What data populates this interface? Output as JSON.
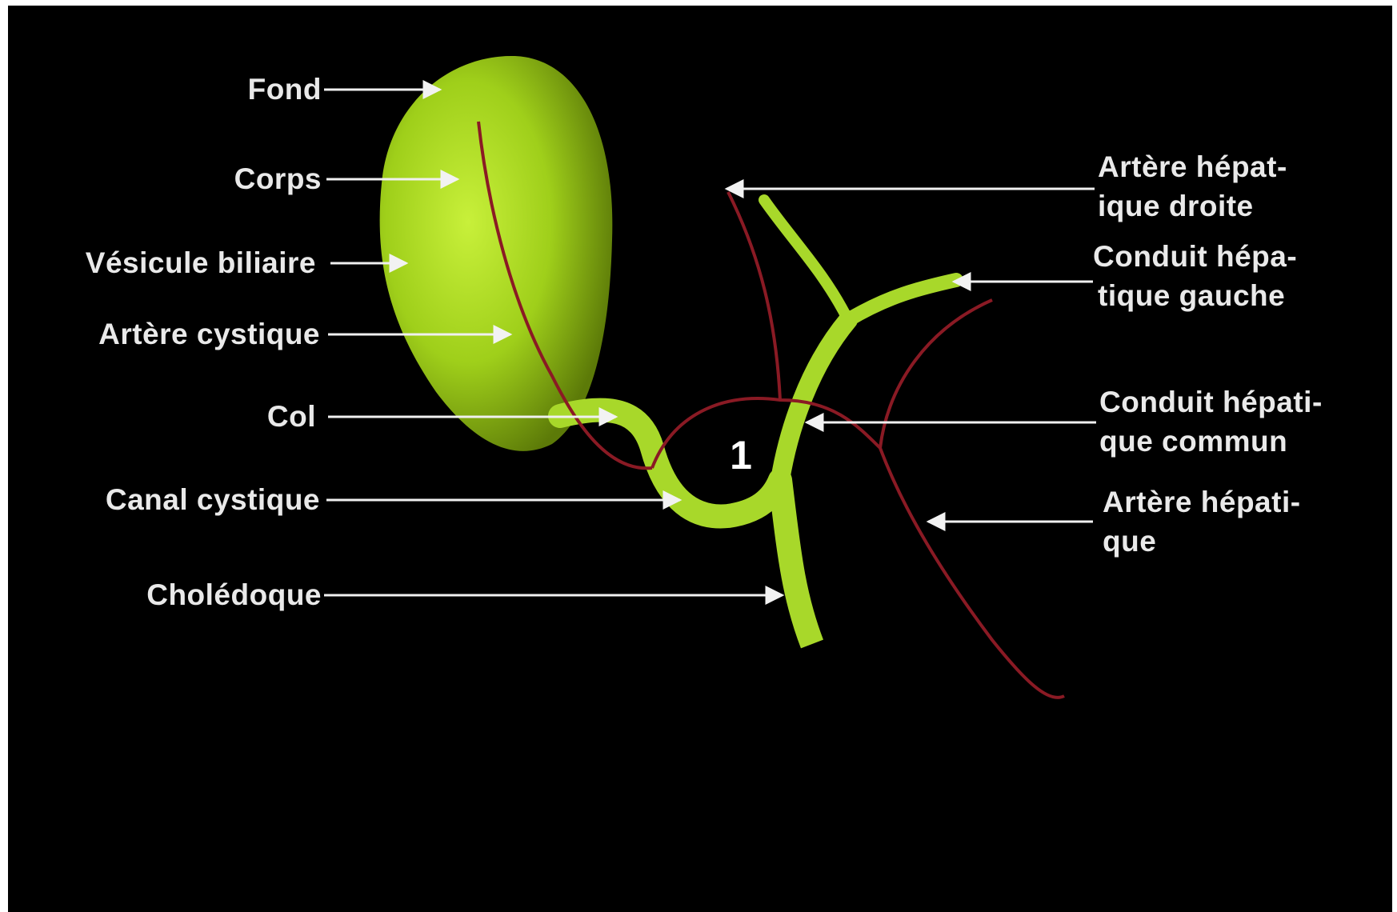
{
  "diagram": {
    "labels_left": {
      "fond": "Fond",
      "corps": "Corps",
      "vesicule": "Vésicule biliaire",
      "artere_cystique": "Artère cystique",
      "col": "Col",
      "canal_cystique": "Canal cystique",
      "choledoque": "Cholédoque"
    },
    "labels_right": {
      "artere_hep_droite_1": "Artère hépat-",
      "artere_hep_droite_2": "ique droite",
      "conduit_gauche_1": "Conduit hépa-",
      "conduit_gauche_2": "tique gauche",
      "conduit_commun_1": "Conduit hépati-",
      "conduit_commun_2": "que commun",
      "artere_hep_1": "Artère hépati-",
      "artere_hep_2": "que"
    },
    "triangle_number": "1",
    "colors": {
      "background": "#000000",
      "biliary": "#9fcf1a",
      "artery": "#8a1a24",
      "label_text": "#e9e9e9"
    }
  }
}
